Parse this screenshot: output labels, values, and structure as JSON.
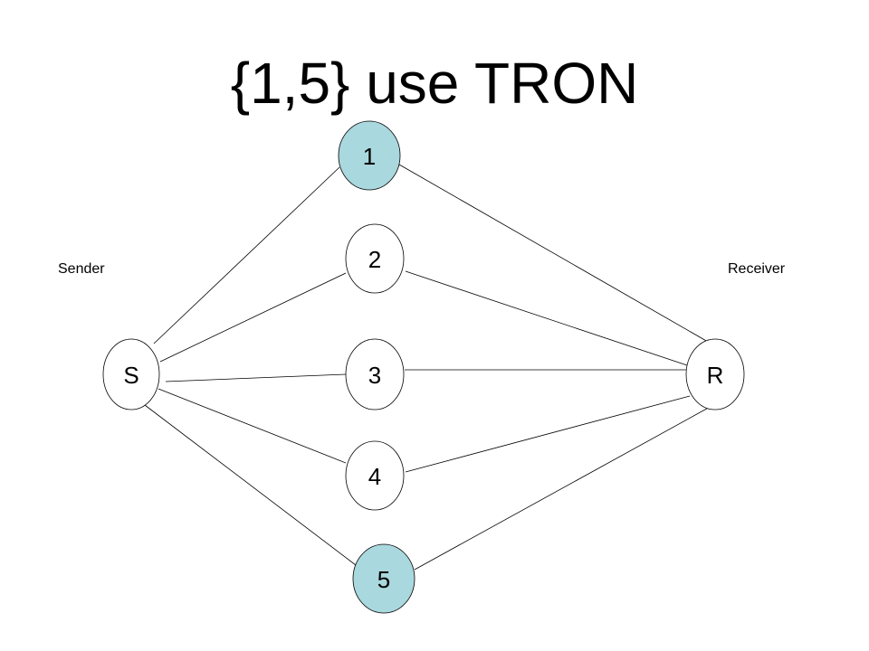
{
  "title": "{1,5} use TRON",
  "labels": {
    "sender": "Sender",
    "receiver": "Receiver"
  },
  "colors": {
    "highlight": "#a9d8de",
    "stroke": "#000000",
    "background": "#ffffff"
  },
  "nodes": [
    {
      "id": "s",
      "label": "S",
      "highlighted": false
    },
    {
      "id": "n1",
      "label": "1",
      "highlighted": true
    },
    {
      "id": "n2",
      "label": "2",
      "highlighted": false
    },
    {
      "id": "n3",
      "label": "3",
      "highlighted": false
    },
    {
      "id": "n4",
      "label": "4",
      "highlighted": false
    },
    {
      "id": "n5",
      "label": "5",
      "highlighted": true
    },
    {
      "id": "r",
      "label": "R",
      "highlighted": false
    }
  ],
  "edges": [
    {
      "from": "s",
      "to": "n1"
    },
    {
      "from": "s",
      "to": "n2"
    },
    {
      "from": "s",
      "to": "n3"
    },
    {
      "from": "s",
      "to": "n4"
    },
    {
      "from": "s",
      "to": "n5"
    },
    {
      "from": "n1",
      "to": "r"
    },
    {
      "from": "n2",
      "to": "r"
    },
    {
      "from": "n3",
      "to": "r"
    },
    {
      "from": "n4",
      "to": "r"
    },
    {
      "from": "n5",
      "to": "r"
    }
  ]
}
